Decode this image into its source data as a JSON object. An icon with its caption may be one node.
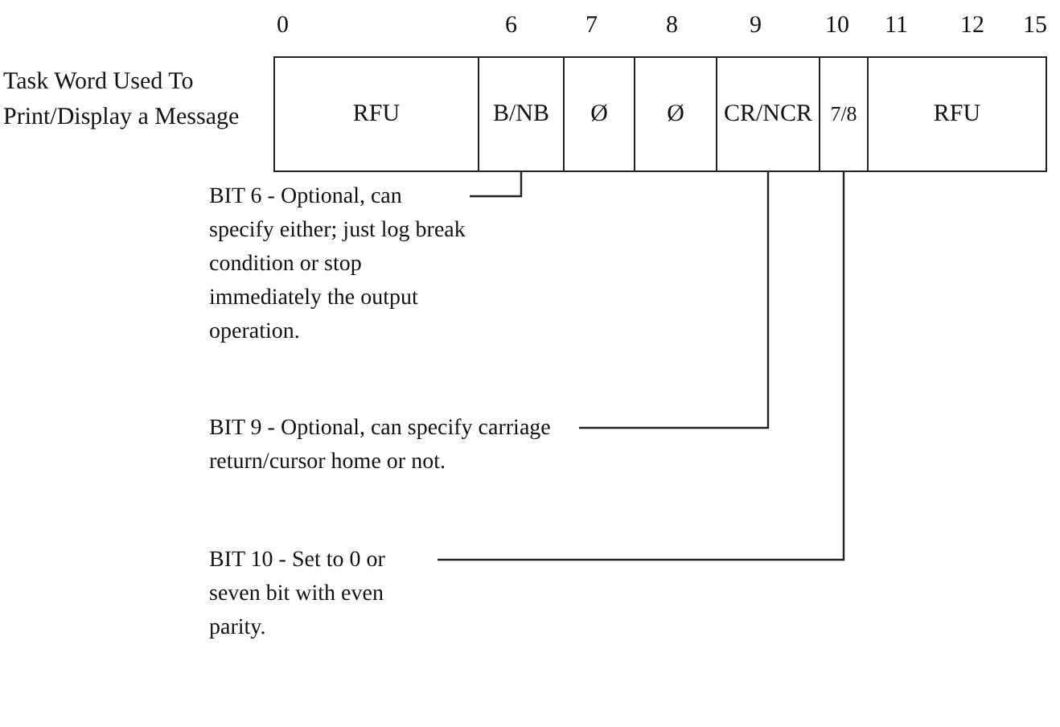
{
  "diagram": {
    "nodes": [
      {
        "text": [
          "RFU"
        ]
      },
      {
        "text": [
          "B/NB"
        ]
      },
      {
        "text": [
          "Ø"
        ]
      },
      {
        "text": [
          "Ø"
        ]
      },
      {
        "text": [
          "CR/NCR"
        ]
      },
      {
        "text": [
          "7/8"
        ]
      },
      {
        "text": [
          "RFU"
        ]
      },
      {
        "text": [
          "BIT 6 - Optional, can specify either; just log break condition or stop immediately the output operation."
        ]
      },
      {
        "text": [
          "BIT 9 - Optional, can specify carriage return/cursor home or not."
        ]
      },
      {
        "text": [
          "BIT 10 - Set to 0 or seven bit with even parity."
        ]
      }
    ],
    "edges": [
      {
        "from": 7,
        "to": 1,
        "arrow": "none"
      },
      {
        "from": 8,
        "to": 4,
        "arrow": "none"
      },
      {
        "from": 9,
        "to": 5,
        "arrow": "none"
      }
    ],
    "labels": [
      "0",
      "6",
      "7",
      "8",
      "9",
      "10",
      "11",
      "12",
      "15",
      "Task Word Used To Print/Display a Message"
    ]
  }
}
